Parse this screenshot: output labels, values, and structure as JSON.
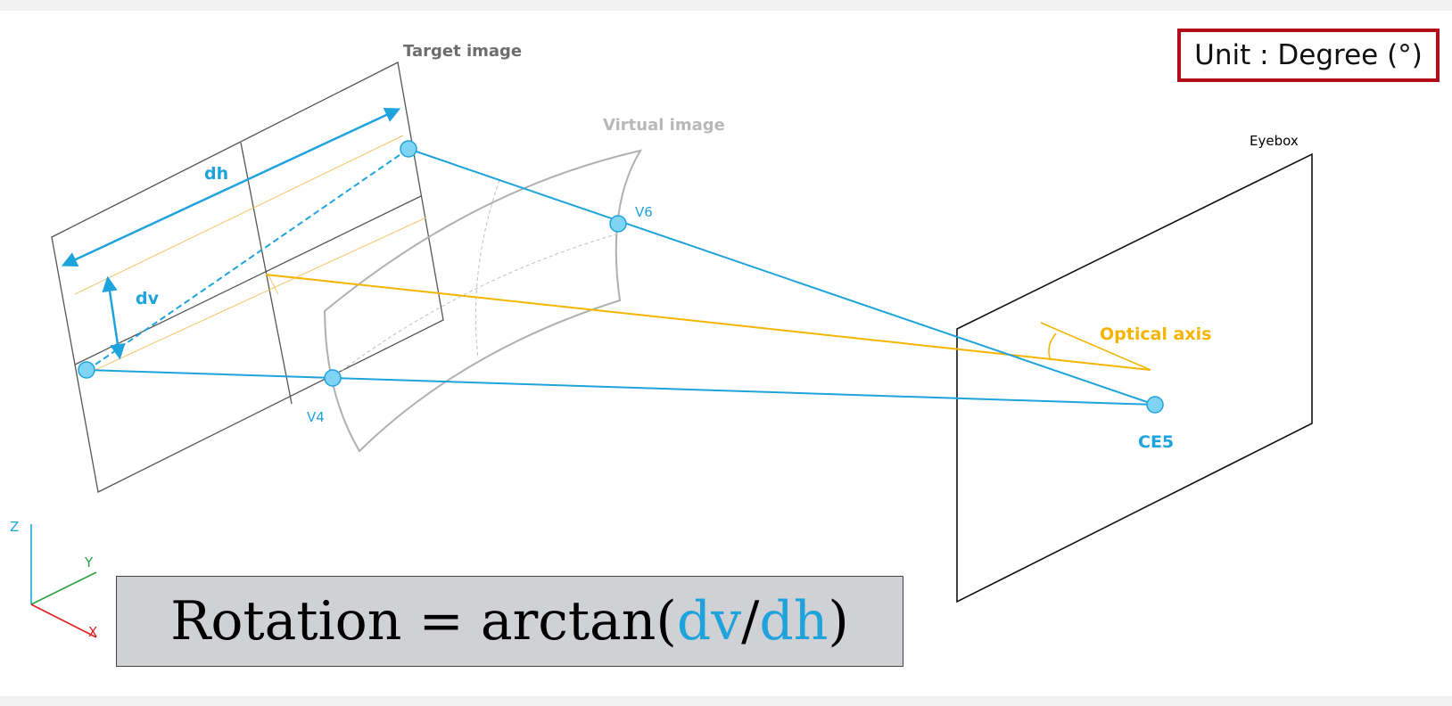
{
  "labels": {
    "target_image": "Target image",
    "virtual_image": "Virtual image",
    "eyebox": "Eyebox",
    "dh": "dh",
    "dv": "dv",
    "v6": "V6",
    "v4": "V4",
    "optical_axis": "Optical axis",
    "ce5": "CE5",
    "axis_z": "Z",
    "axis_y": "Y",
    "axis_x": "X"
  },
  "unit_box": {
    "text": "Unit : Degree (°)"
  },
  "formula": {
    "prefix": "Rotation = arctan(",
    "numerator": "dv",
    "slash": "/",
    "denominator": "dh",
    "suffix": ")"
  },
  "colors": {
    "blue": "#1fa3dd",
    "orange": "#f5b400",
    "grey": "#9e9e9e",
    "frame": "#333333",
    "unit_border": "#b30d1a",
    "formula_bg": "#d0d1d4",
    "axis_z": "#1fa3dd",
    "axis_y": "#2ea043",
    "axis_x": "#e02020"
  }
}
